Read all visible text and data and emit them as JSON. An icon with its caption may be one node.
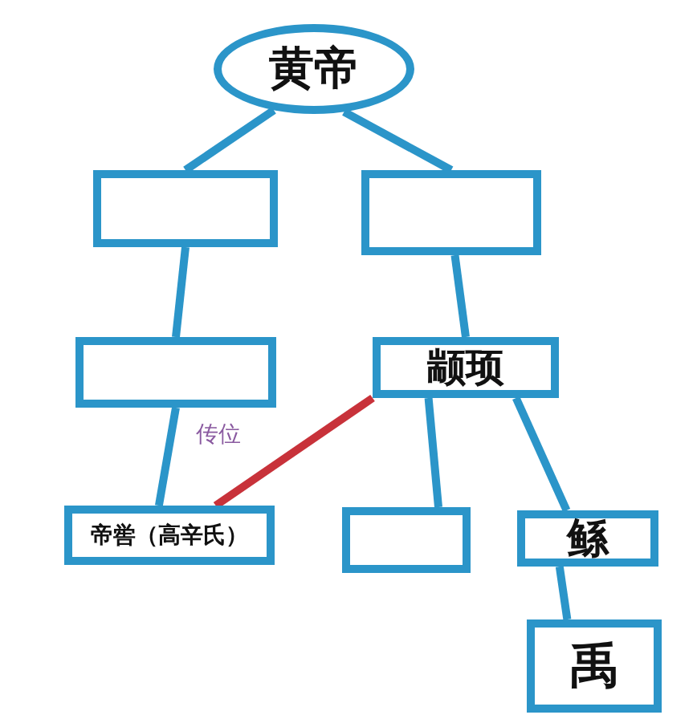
{
  "diagram": {
    "nodes": [
      {
        "text": [
          "黄帝"
        ]
      },
      {
        "text": [],
        "shape": "box"
      },
      {
        "text": [],
        "shape": "box"
      },
      {
        "text": [],
        "shape": "box"
      },
      {
        "text": [
          "颛顼"
        ]
      },
      {
        "text": [
          "帝喾（高辛氏）"
        ]
      },
      {
        "text": [],
        "shape": "box"
      },
      {
        "text": [
          "鲧"
        ]
      },
      {
        "text": [
          "禹"
        ]
      }
    ],
    "edges": [
      {
        "from": 0,
        "to": 1,
        "arrow": "none"
      },
      {
        "from": 0,
        "to": 2,
        "arrow": "none"
      },
      {
        "from": 1,
        "to": 3,
        "arrow": "none"
      },
      {
        "from": 2,
        "to": 4,
        "arrow": "none"
      },
      {
        "from": 3,
        "to": 5,
        "arrow": "none"
      },
      {
        "from": 4,
        "to": 5,
        "arrow": "none",
        "label": "传位",
        "color": "#c8323a"
      },
      {
        "from": 4,
        "to": 6,
        "arrow": "none"
      },
      {
        "from": 4,
        "to": 7,
        "arrow": "none"
      },
      {
        "from": 7,
        "to": 8,
        "arrow": "none"
      }
    ]
  }
}
